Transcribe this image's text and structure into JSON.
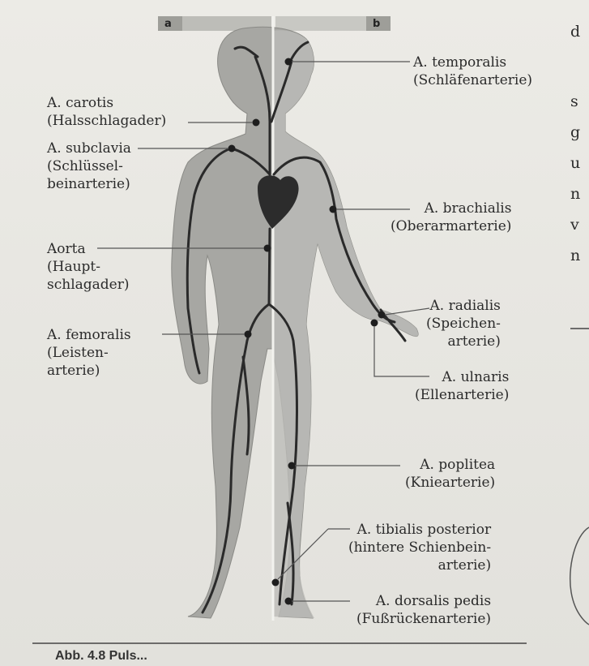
{
  "panel_tags": {
    "a": "a",
    "b": "b"
  },
  "labels": {
    "temporalis": "A. temporalis\n(Schläfenarterie)",
    "carotis": "A. carotis\n(Halsschlagader)",
    "subclavia": "A. subclavia\n(Schlüssel-\nbeinarterie)",
    "brachialis": "A. brachialis\n(Oberarmarterie)",
    "aorta": "Aorta\n(Haupt-\nschlagader)",
    "radialis": "A. radialis\n(Speichen-\narterie)",
    "femoralis": "A. femoralis\n(Leisten-\narterie)",
    "ulnaris": "A. ulnaris\n(Ellenarterie)",
    "poplitea": "A. poplitea\n(Kniearterie)",
    "tibialis": "A. tibialis posterior\n(hintere Schienbein-\narterie)",
    "dorsalis": "A. dorsalis pedis\n(Fußrückenarterie)"
  },
  "side_text": [
    "d",
    "s",
    "g",
    "u",
    "n",
    "v",
    "n"
  ],
  "caption": "Abb. 4.8 Puls..."
}
